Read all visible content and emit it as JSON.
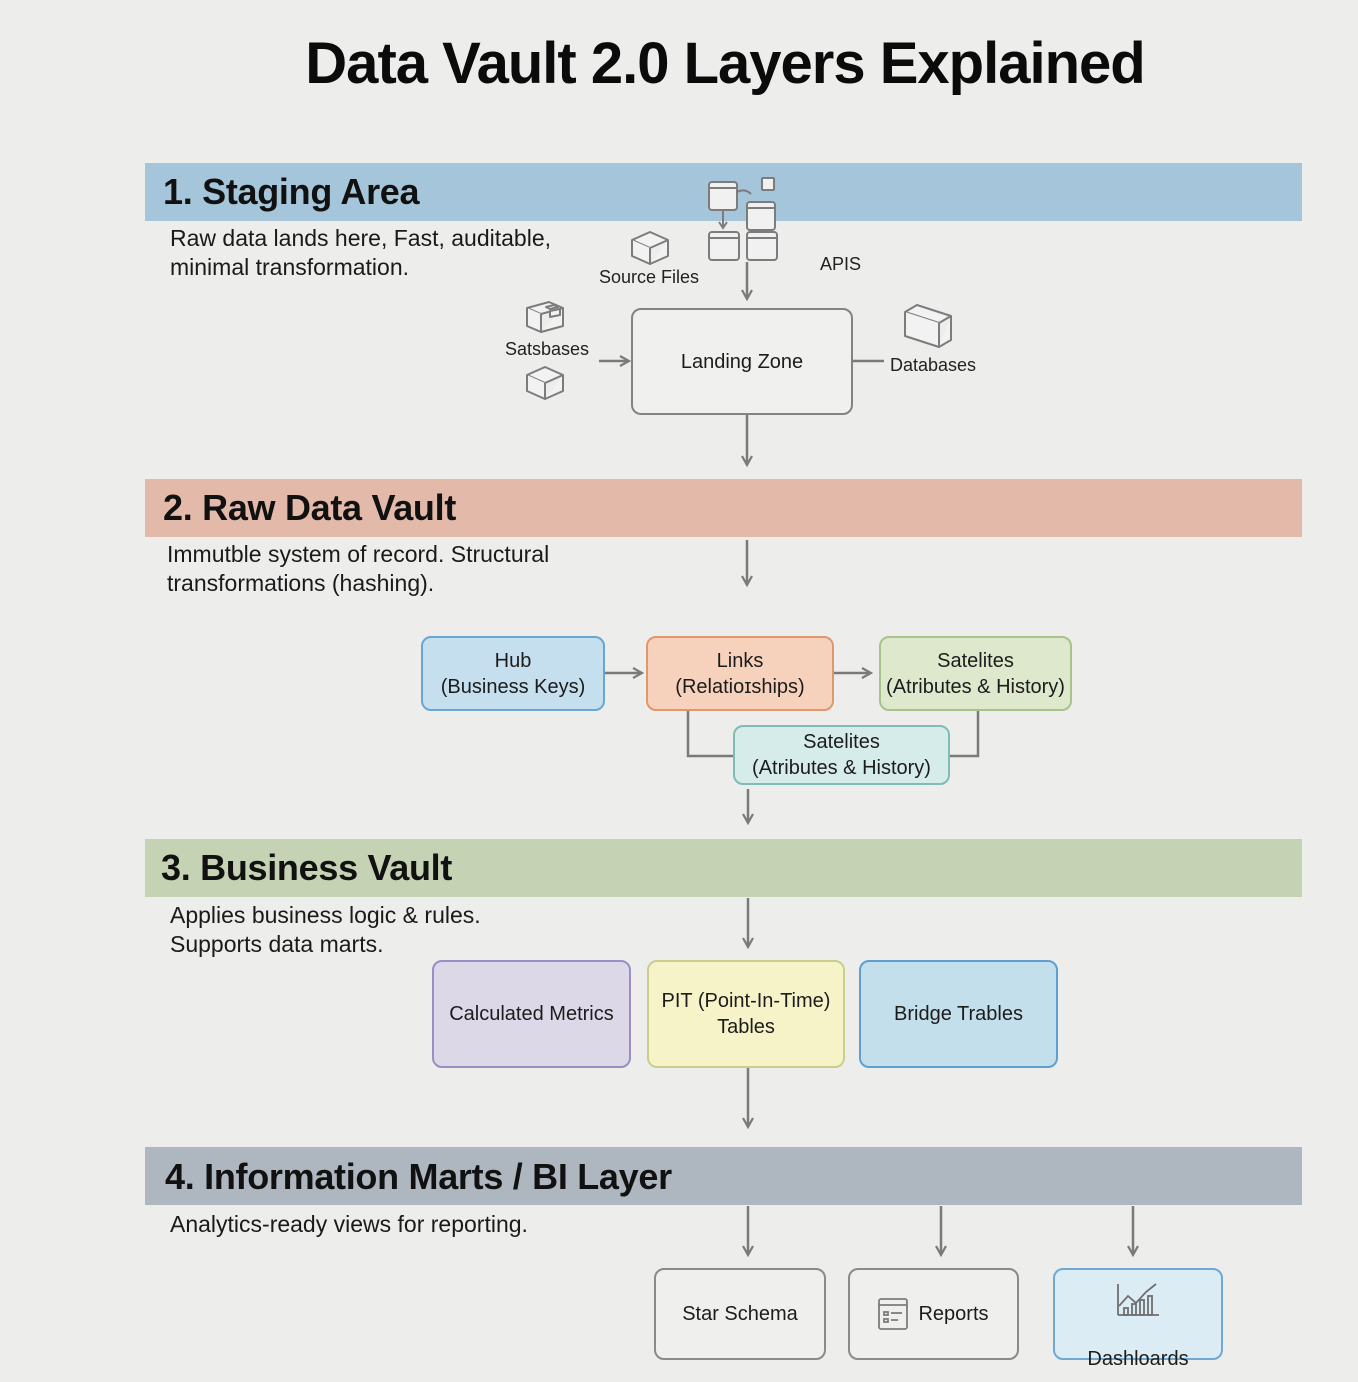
{
  "title": "Data Vault 2.0 Layers Explained",
  "layers": [
    {
      "title": "1. Staging Area",
      "description": "Raw data lands here, Fast, auditable,\nminimal transformation.",
      "color": "#a5c6da",
      "sources": {
        "source_files": "Source Files",
        "apis": "APIS",
        "satsbases": "Satsbases",
        "databases": "Databases"
      },
      "landing_zone": "Landing Zone"
    },
    {
      "title": "2. Raw Data Vault",
      "description": "Immutble system of record. Structural\ntransformations (hashing).",
      "color": "#e3b9a9",
      "nodes": [
        {
          "label": "Hub\n(Business Keys)",
          "fill": "#c5dfee",
          "border": "#6aa6d2"
        },
        {
          "label": "Links\n(Relatioɪships)",
          "fill": "#f6d2bd",
          "border": "#e0976a"
        },
        {
          "label": "Satelites\n(Atributes & History)",
          "fill": "#dde8cd",
          "border": "#a6c48a"
        },
        {
          "label": "Satelites\n(Atributes & History)",
          "fill": "#d6ecea",
          "border": "#7fbcb6"
        }
      ]
    },
    {
      "title": "3. Business Vault",
      "description": "Applies business logic & rules.\nSupports data marts.",
      "color": "#c6d2b4",
      "nodes": [
        {
          "label": "Calculated Metrics",
          "fill": "#dcd8e8",
          "border": "#9a8fc4"
        },
        {
          "label": "PIT (Point-In-Time)\nTables",
          "fill": "#f7f3c8",
          "border": "#c9cf8a"
        },
        {
          "label": "Bridge Trables",
          "fill": "#c3dfec",
          "border": "#5f9fcf"
        }
      ]
    },
    {
      "title": "4. Information Marts / BI Layer",
      "description": "Analytics-ready views for reporting.",
      "color": "#aeb6bf",
      "nodes": [
        {
          "label": "Star Schema",
          "icon": "none",
          "fill": "#efefee",
          "border": "#8a8a8a"
        },
        {
          "label": "Reports",
          "icon": "report-icon",
          "fill": "#efefee",
          "border": "#8a8a8a"
        },
        {
          "label": "Dashloards",
          "icon": "chart-icon",
          "fill": "#dcecf4",
          "border": "#6fa9d3"
        }
      ]
    }
  ]
}
